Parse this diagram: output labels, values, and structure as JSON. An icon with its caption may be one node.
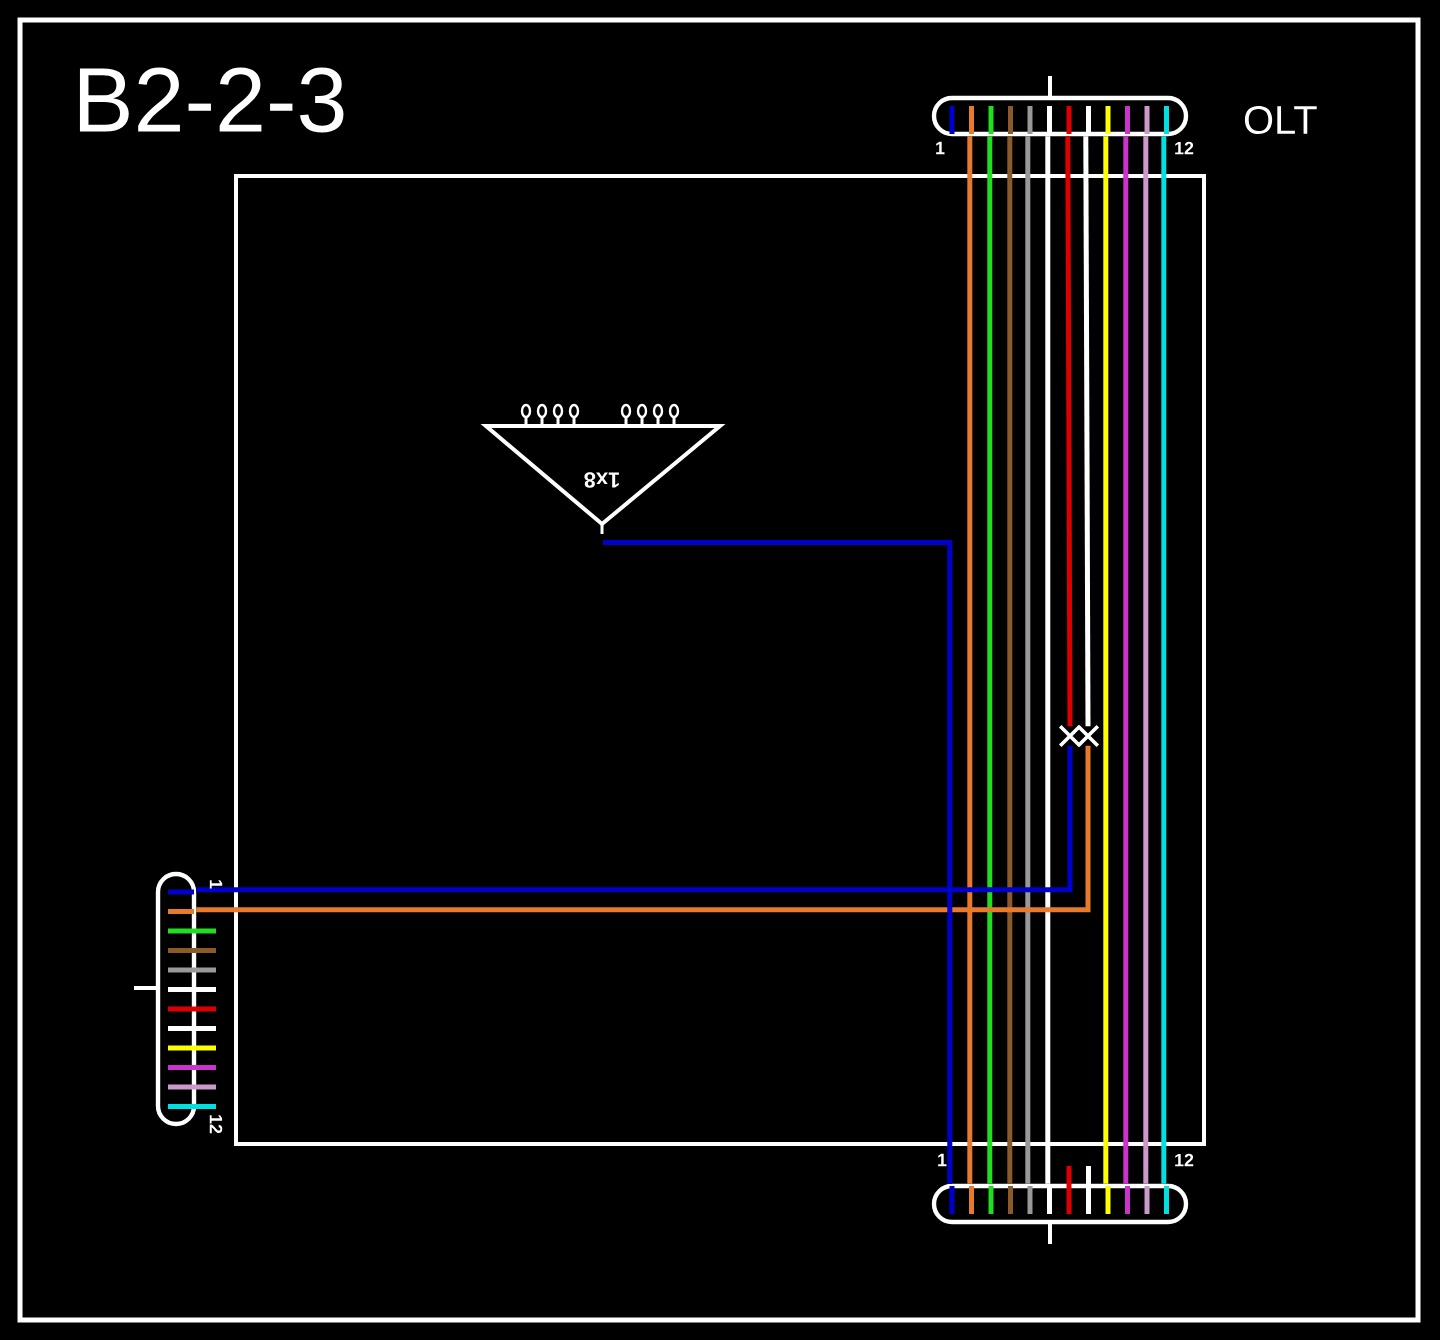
{
  "diagram": {
    "title": "B2-2-3",
    "nodes": [
      {
        "text": [],
        "shape": "box",
        "beside": [
          "OLT"
        ]
      },
      {
        "text": [
          "1x8"
        ]
      },
      {
        "text": [],
        "shape": "box"
      },
      {
        "text": [],
        "shape": "box"
      },
      {
        "text": [],
        "shape": "cross"
      },
      {
        "text": [],
        "shape": "cross"
      }
    ],
    "edges": [
      {
        "from": 0,
        "to": 3,
        "arrow": "none",
        "color": "#e87a2c"
      },
      {
        "from": 0,
        "to": 3,
        "arrow": "none",
        "color": "#22dd22"
      },
      {
        "from": 0,
        "to": 3,
        "arrow": "none",
        "color": "#8b5a2b"
      },
      {
        "from": 0,
        "to": 3,
        "arrow": "none",
        "color": "#999999"
      },
      {
        "from": 0,
        "to": 3,
        "arrow": "none",
        "color": "#ffffff"
      },
      {
        "from": 0,
        "to": 3,
        "arrow": "none",
        "color": "#ffff00"
      },
      {
        "from": 0,
        "to": 3,
        "arrow": "none",
        "color": "#cc33cc"
      },
      {
        "from": 0,
        "to": 3,
        "arrow": "none",
        "color": "#cc99cc"
      },
      {
        "from": 0,
        "to": 3,
        "arrow": "none",
        "color": "#00e0e0"
      },
      {
        "from": 0,
        "to": 4,
        "arrow": "none",
        "color": "#dd0000"
      },
      {
        "from": 4,
        "to": 2,
        "arrow": "none",
        "color": "#0000cc"
      },
      {
        "from": 0,
        "to": 5,
        "arrow": "none",
        "color": "#ffffff"
      },
      {
        "from": 5,
        "to": 2,
        "arrow": "none",
        "color": "#e87a2c"
      },
      {
        "from": 3,
        "to": 1,
        "arrow": "none",
        "color": "#0000cc"
      }
    ],
    "labels": [
      "1",
      "12",
      "1",
      "12",
      "1",
      "12"
    ]
  }
}
